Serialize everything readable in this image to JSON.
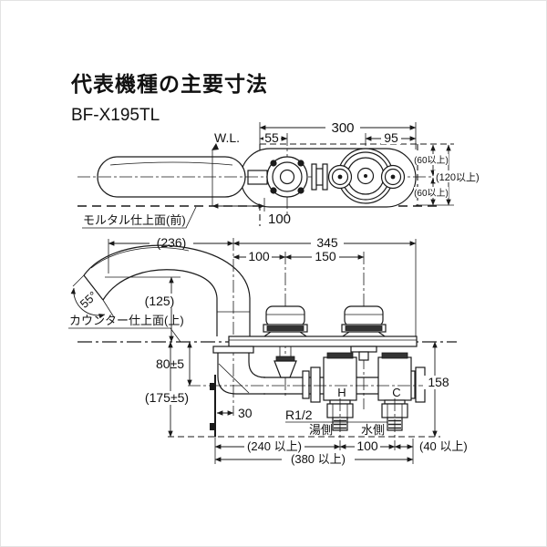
{
  "page": {
    "title": "代表機種の主要寸法",
    "model": "BF-X195TL"
  },
  "top_view": {
    "wl_label": "W.L.",
    "dim_300": "300",
    "dim_55": "55",
    "dim_95": "95",
    "dim_clearance_top": "(60以上)",
    "dim_clearance_mid": "(120以上)",
    "dim_clearance_bottom": "(60以上)",
    "dim_100": "100",
    "mortar_label": "モルタル仕上面(前)"
  },
  "front_view": {
    "dim_236": "(236)",
    "dim_345": "345",
    "dim_100_top": "100",
    "dim_150": "150",
    "spout_angle": "55°",
    "dim_125": "(125)",
    "counter_label": "カウンター仕上面(上)",
    "dim_80": "80±5",
    "dim_175": "(175±5)",
    "dim_30": "30",
    "dim_158": "158",
    "thread_label": "R1/2",
    "hot_marker": "H",
    "cold_marker": "C",
    "hot_label": "湯側",
    "cold_label": "水側",
    "dim_240": "(240 以上)",
    "dim_100_bottom": "100",
    "dim_40": "(40 以上)",
    "dim_380": "(380 以上)"
  },
  "colors": {
    "line": "#1a1a1a",
    "background": "#ffffff"
  }
}
